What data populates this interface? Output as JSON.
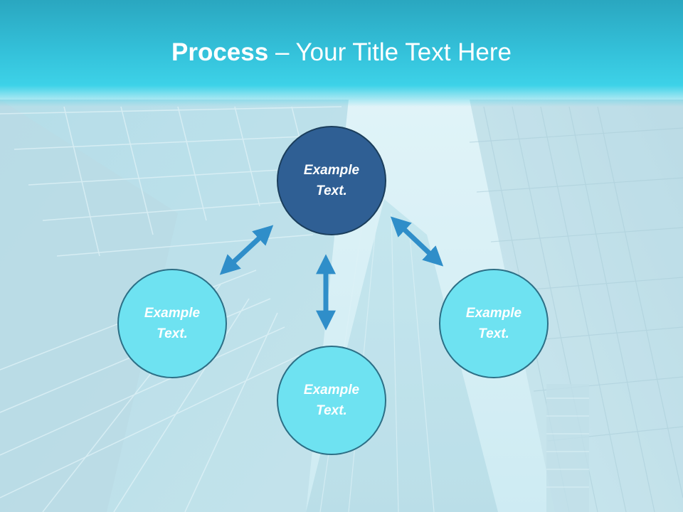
{
  "title": {
    "bold": "Process",
    "rest": " – Your Title Text Here"
  },
  "nodes": {
    "top": {
      "line1": "Example",
      "line2": "Text."
    },
    "left": {
      "line1": "Example",
      "line2": "Text."
    },
    "right": {
      "line1": "Example",
      "line2": "Text."
    },
    "bottom": {
      "line1": "Example",
      "line2": "Text."
    }
  },
  "colors": {
    "title_band": "#33bfd8",
    "top_node": "#2f5f94",
    "light_node": "#6ee2f1",
    "arrow": "#2f8ec9"
  }
}
